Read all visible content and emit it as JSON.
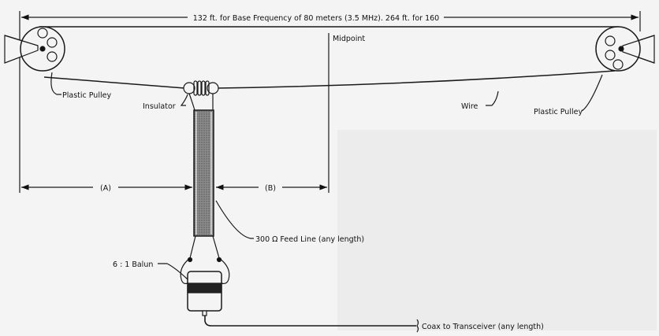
{
  "title": "132 ft. for Base Frequency of 80 meters (3.5 MHz). 264 ft. for 160",
  "labels": {
    "midpoint": "Midpoint",
    "left_pulley": "Plastic Pulley",
    "right_pulley": "Plastic Pulley",
    "insulator": "Insulator",
    "wire": "Wire",
    "dim_a": "(A)",
    "dim_b": "(B)",
    "feed_line": "300 Ω Feed Line (any length)",
    "balun": "6 : 1 Balun",
    "coax": "Coax to Transceiver (any length)"
  },
  "colors": {
    "line": "#1a1a1a",
    "feed": "#7a7a7a",
    "background": "#f4f4f4"
  }
}
